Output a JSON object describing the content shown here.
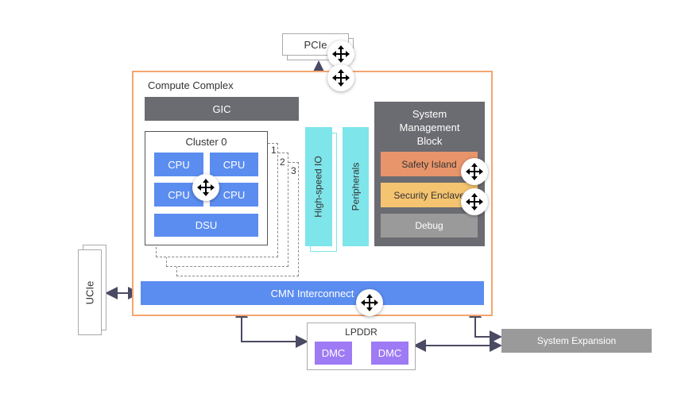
{
  "compute_complex": {
    "title": "Compute Complex"
  },
  "gic": {
    "label": "GIC"
  },
  "cluster": {
    "title": "Cluster 0",
    "cpus": [
      "CPU",
      "CPU",
      "CPU",
      "CPU"
    ],
    "dsu": "DSU",
    "stack_numbers": [
      "1",
      "2",
      "3"
    ]
  },
  "high_speed_io": {
    "label": "High-speed IO"
  },
  "peripherals": {
    "label": "Peripherals"
  },
  "smb": {
    "title_lines": [
      "System",
      "Management",
      "Block"
    ],
    "safety_island": "Safety Island",
    "security_enclave": "Security Enclave",
    "debug": "Debug"
  },
  "cmn": {
    "label": "CMN Interconnect"
  },
  "pcie": {
    "label": "PCIe"
  },
  "ucie": {
    "label": "UCIe"
  },
  "lpddr": {
    "title": "LPDDR",
    "dmc": [
      "DMC",
      "DMC"
    ]
  },
  "system_expansion": {
    "label": "System Expansion"
  },
  "colors": {
    "border_orange": "#f4a56f",
    "block_blue": "#5b8df0",
    "cyan": "#7ee5ea",
    "dark_gray": "#6b6b72",
    "safety_orange": "#e8956b",
    "security_yellow": "#f5c470",
    "debug_gray": "#9a9a9a",
    "purple": "#9e7af5",
    "arrow": "#4a4a63"
  },
  "icons": [
    "move-icon",
    "arrow-icon"
  ]
}
